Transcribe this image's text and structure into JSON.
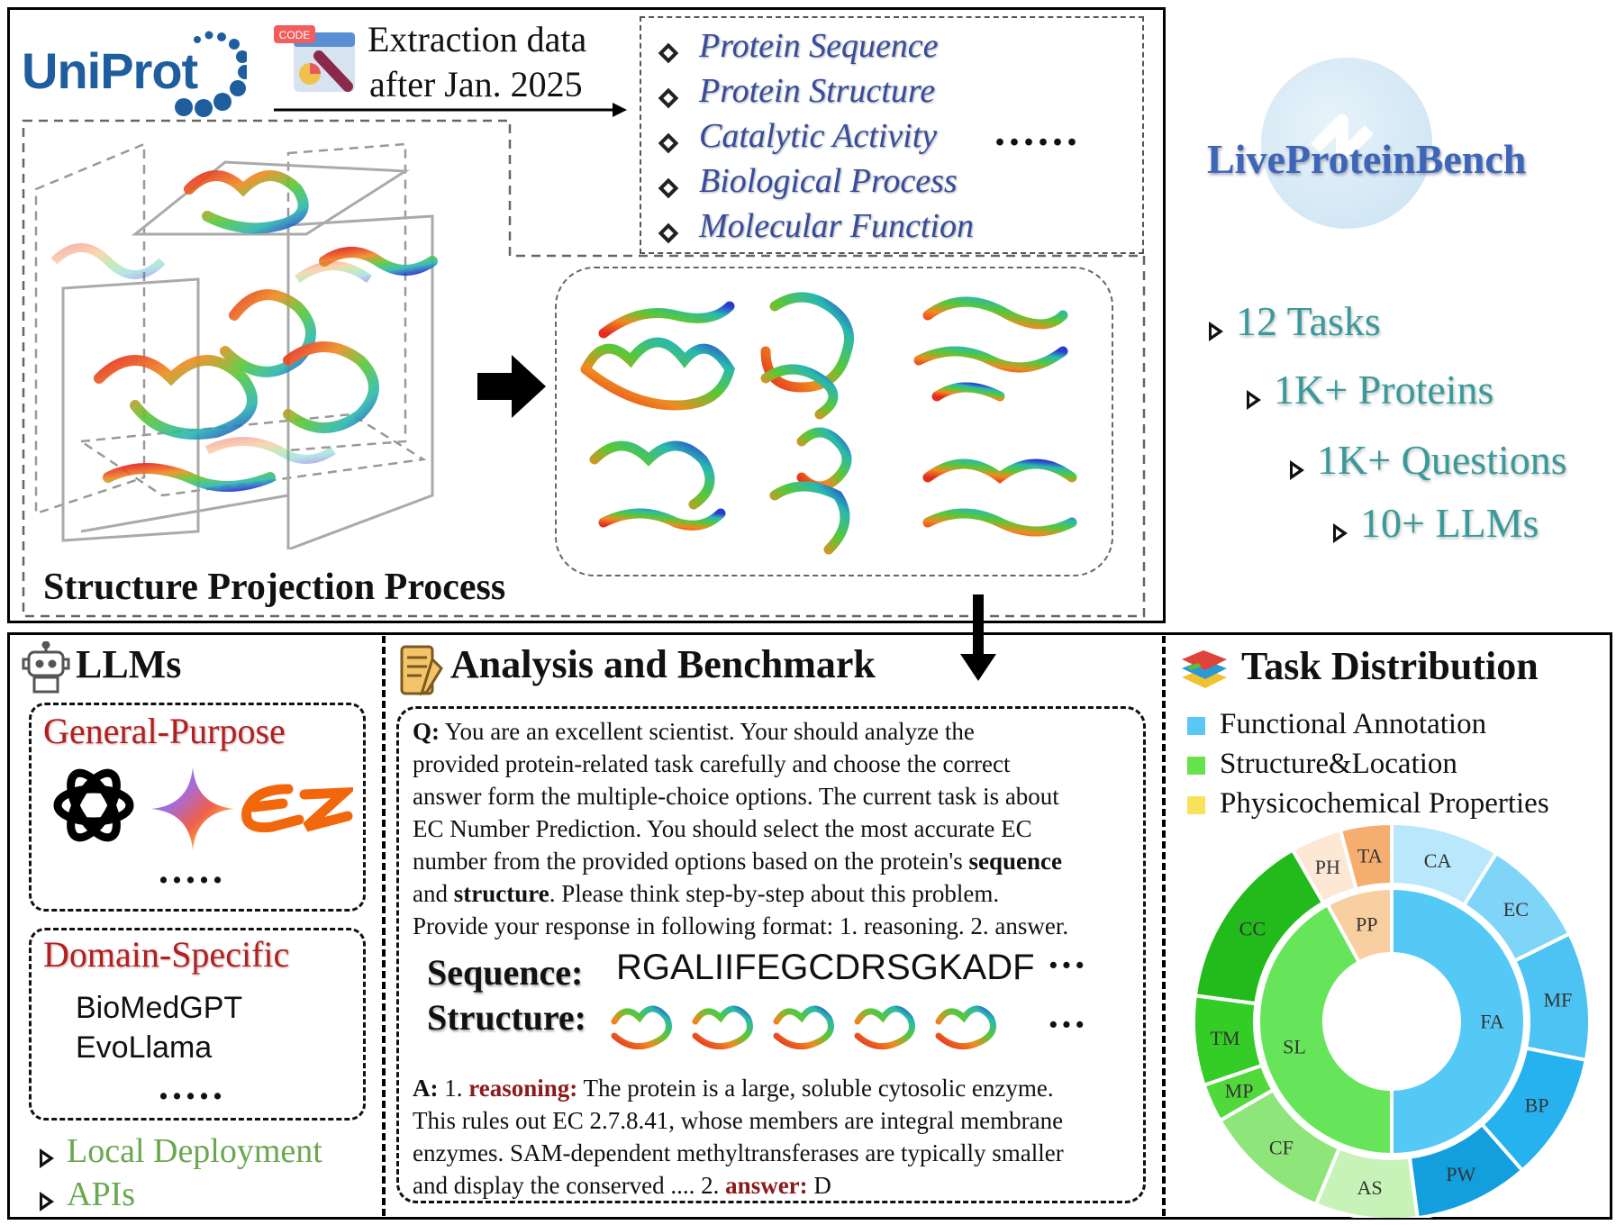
{
  "header": {
    "logo_text": "UniProt",
    "code_badge": "CODE",
    "extraction_line1": "Extraction data",
    "extraction_line2": "after Jan. 2025",
    "fields": [
      "Protein Sequence",
      "Protein Structure",
      "Catalytic Activity",
      "Biological Process",
      "Molecular Function"
    ],
    "more": "......",
    "projection_title": "Structure Projection Process"
  },
  "bench": {
    "name": "LiveProteinBench",
    "stats": [
      "12 Tasks",
      "1K+ Proteins",
      "1K+ Questions",
      "10+ LLMs"
    ]
  },
  "llms": {
    "title": "LLMs",
    "general_title": "General-Purpose",
    "general_more": ".....",
    "domain_title": "Domain-Specific",
    "domain_models": [
      "BioMedGPT",
      "EvoLlama"
    ],
    "domain_more": ".....",
    "deploy": [
      "Local Deployment",
      "APIs"
    ]
  },
  "analysis": {
    "title": "Analysis and Benchmark",
    "q_label": "Q:",
    "q_lines": [
      "You are an excellent scientist. Your should analyze the",
      "provided protein-related task carefully and choose the correct",
      "answer form the multiple-choice options. The current task is about",
      "EC Number Prediction. You should select the most accurate EC",
      "number from the provided options based on the protein's",
      "sequence",
      "and",
      "structure",
      ". Please think step-by-step about this problem.",
      "Provide your response in following format: 1. reasoning. 2. answer."
    ],
    "sequence_label": "Sequence:",
    "sequence_value": "RGALIIFEGCDRSGKADF",
    "structure_label": "Structure:",
    "ellipsis": "···",
    "a_label": "A:",
    "a_pre": "1.",
    "a_reasoning": "reasoning:",
    "a_line1": "The protein is a large, soluble cytosolic enzyme.",
    "a_line2": "This rules out EC 2.7.8.41, whose members are integral membrane",
    "a_line3": "enzymes. SAM-dependent methyltransferases are typically smaller",
    "a_line4_pre": "and display the conserved .... 2.",
    "a_answer": "answer:",
    "a_answer_value": "D"
  },
  "task_distribution": {
    "title": "Task Distribution",
    "legend": [
      {
        "label": "Functional Annotation",
        "color": "#5ac8f5"
      },
      {
        "label": "Structure&Location",
        "color": "#66e24a"
      },
      {
        "label": "Physicochemical Properties",
        "color": "#f7e25a"
      }
    ],
    "inner": [
      {
        "label": "FA",
        "value": 0.5,
        "color": "#55c9f6"
      },
      {
        "label": "SL",
        "value": 0.42,
        "color": "#66e55a"
      },
      {
        "label": "PP",
        "value": 0.08,
        "color": "#f8cfa0"
      }
    ],
    "outer": [
      {
        "label": "CA",
        "value": 0.085,
        "color": "#b9e7fb"
      },
      {
        "label": "EC",
        "value": 0.085,
        "color": "#7fd5f8"
      },
      {
        "label": "MF",
        "value": 0.1,
        "color": "#4cc3f3"
      },
      {
        "label": "BP",
        "value": 0.1,
        "color": "#25b2ef"
      },
      {
        "label": "PW",
        "value": 0.09,
        "color": "#139fde"
      },
      {
        "label": "AS",
        "value": 0.08,
        "color": "#c8f3b8"
      },
      {
        "label": "CF",
        "value": 0.1,
        "color": "#8ee67a"
      },
      {
        "label": "MP",
        "value": 0.03,
        "color": "#51d93c"
      },
      {
        "label": "TM",
        "value": 0.07,
        "color": "#34cc26"
      },
      {
        "label": "CC",
        "value": 0.14,
        "color": "#22bb1b"
      },
      {
        "label": "PH",
        "value": 0.04,
        "color": "#fde8d6"
      },
      {
        "label": "TA",
        "value": 0.04,
        "color": "#f6ad70"
      }
    ]
  }
}
